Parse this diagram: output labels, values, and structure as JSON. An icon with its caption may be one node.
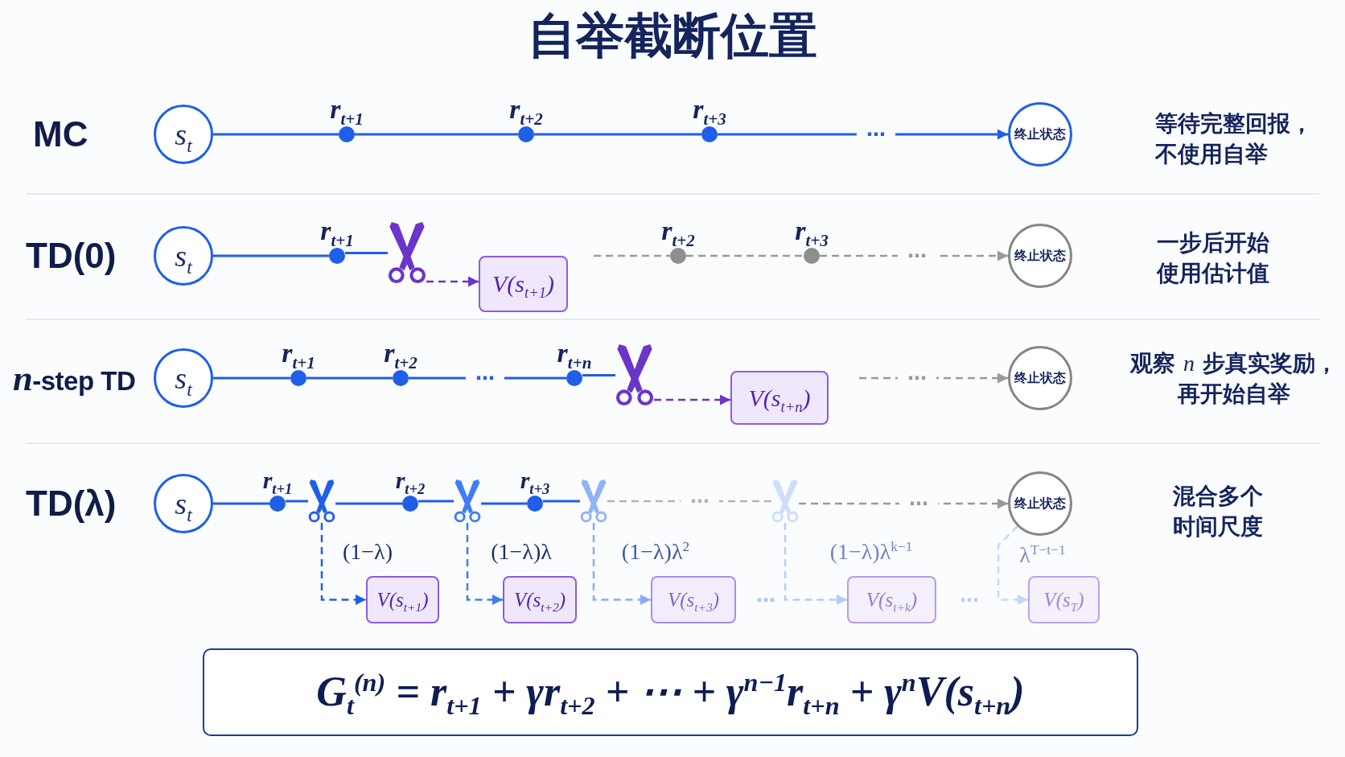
{
  "diagram": {
    "title": "自举截断位置",
    "nodes": [
      {
        "text": [
          "s$_{t}$"
        ]
      },
      {
        "text": [],
        "shape": "circle",
        "beside": [
          "r$_{t+1}$"
        ]
      },
      {
        "text": [],
        "shape": "circle",
        "beside": [
          "r$_{t+2}$"
        ]
      },
      {
        "text": [],
        "shape": "circle",
        "beside": [
          "r$_{t+3}$"
        ]
      },
      {
        "text": [
          "终止状态"
        ]
      },
      {
        "text": [
          "s$_{t}$"
        ]
      },
      {
        "text": [],
        "shape": "circle",
        "beside": [
          "r$_{t+1}$"
        ]
      },
      {
        "text": [],
        "shape": "scissors"
      },
      {
        "text": [
          "V(s$_{t+1}$)"
        ]
      },
      {
        "text": [],
        "shape": "circle",
        "beside": [
          "r$_{t+2}$"
        ]
      },
      {
        "text": [],
        "shape": "circle",
        "beside": [
          "r$_{t+3}$"
        ]
      },
      {
        "text": [
          "终止状态"
        ]
      },
      {
        "text": [
          "s$_{t}$"
        ]
      },
      {
        "text": [],
        "shape": "circle",
        "beside": [
          "r$_{t+1}$"
        ]
      },
      {
        "text": [],
        "shape": "circle",
        "beside": [
          "r$_{t+2}$"
        ]
      },
      {
        "text": [],
        "shape": "circle",
        "beside": [
          "r$_{t+n}$"
        ]
      },
      {
        "text": [],
        "shape": "scissors"
      },
      {
        "text": [
          "V(s$_{t+n}$)"
        ]
      },
      {
        "text": [
          "终止状态"
        ]
      },
      {
        "text": [
          "s$_{t}$"
        ]
      },
      {
        "text": [],
        "shape": "circle",
        "beside": [
          "r$_{t+1}$"
        ]
      },
      {
        "text": [],
        "shape": "scissors"
      },
      {
        "text": [],
        "shape": "circle",
        "beside": [
          "r$_{t+2}$"
        ]
      },
      {
        "text": [],
        "shape": "scissors"
      },
      {
        "text": [],
        "shape": "circle",
        "beside": [
          "r$_{t+3}$"
        ]
      },
      {
        "text": [],
        "shape": "scissors"
      },
      {
        "text": [],
        "shape": "scissors"
      },
      {
        "text": [
          "终止状态"
        ]
      },
      {
        "text": [
          "V(s$_{t+1}$)"
        ]
      },
      {
        "text": [
          "V(s$_{t+2}$)"
        ]
      },
      {
        "text": [
          "V(s$_{t+3}$)"
        ]
      },
      {
        "text": [
          "V(s$_{t+k}$)"
        ]
      },
      {
        "text": [
          "V(s$_{T}$)"
        ]
      },
      {
        "text": [
          "G$_{t}$$^{(n)}$ = r$_{t+1}$ + γr$_{t+2}$ + ⋯ + γ$^{n−1}$r$_{t+n}$ + γ$^{n}$V(s$_{t+n}$)"
        ]
      }
    ],
    "edges": [
      {
        "from": 0,
        "to": 1,
        "arrow": "none"
      },
      {
        "from": 1,
        "to": 2,
        "arrow": "none"
      },
      {
        "from": 2,
        "to": 3,
        "arrow": "none"
      },
      {
        "from": 3,
        "to": 4,
        "arrow": "to",
        "label": "⋯"
      },
      {
        "from": 5,
        "to": 6,
        "arrow": "none"
      },
      {
        "from": 6,
        "to": 7,
        "arrow": "none"
      },
      {
        "from": 7,
        "to": 8,
        "arrow": "to",
        "style": "dashed",
        "color": "#6b35c9"
      },
      {
        "from": null,
        "to": 9,
        "arrow": "none",
        "style": "dashed",
        "color": "#9a9a9a"
      },
      {
        "from": 9,
        "to": 10,
        "arrow": "none",
        "style": "dashed",
        "color": "#9a9a9a"
      },
      {
        "from": 10,
        "to": 11,
        "arrow": "to",
        "label": "⋯",
        "style": "dashed",
        "color": "#9a9a9a"
      },
      {
        "from": 12,
        "to": 13,
        "arrow": "none"
      },
      {
        "from": 13,
        "to": 14,
        "arrow": "none"
      },
      {
        "from": 14,
        "to": 15,
        "arrow": "none",
        "label": "⋯"
      },
      {
        "from": 15,
        "to": 16,
        "arrow": "none"
      },
      {
        "from": 16,
        "to": 17,
        "arrow": "to",
        "style": "dashed",
        "color": "#6b35c9"
      },
      {
        "from": null,
        "to": 18,
        "arrow": "to",
        "label": "⋯",
        "style": "dashed",
        "color": "#9a9a9a"
      },
      {
        "from": 19,
        "to": 20,
        "arrow": "none"
      },
      {
        "from": 20,
        "to": 21,
        "arrow": "none"
      },
      {
        "from": 21,
        "to": 22,
        "arrow": "none"
      },
      {
        "from": 22,
        "to": 23,
        "arrow": "none"
      },
      {
        "from": 23,
        "to": 24,
        "arrow": "none"
      },
      {
        "from": 24,
        "to": 25,
        "arrow": "none"
      },
      {
        "from": 25,
        "to": 26,
        "arrow": "none",
        "label": "⋯",
        "style": "dashed",
        "color": "#b4b4b4"
      },
      {
        "from": 26,
        "to": 27,
        "arrow": "to",
        "label": "⋯",
        "style": "dashed",
        "color": "#9a9a9a"
      },
      {
        "from": 21,
        "to": 28,
        "arrow": "to",
        "label": "(1−λ)",
        "style": "dashed"
      },
      {
        "from": 23,
        "to": 29,
        "arrow": "to",
        "label": "(1−λ)λ",
        "style": "dashed",
        "color": "#3f7df0"
      },
      {
        "from": 25,
        "to": 30,
        "arrow": "to",
        "label": "(1−λ)λ$^{2}$",
        "style": "dashed",
        "color": "#86acf3"
      },
      {
        "from": 26,
        "to": 31,
        "arrow": "to",
        "label": "(1−λ)λ$^{k−1}$",
        "style": "dashed",
        "color": "#b3cdf8"
      },
      {
        "from": 27,
        "to": 32,
        "arrow": "to",
        "label": "λ$^{T−t−1}$",
        "style": "dashed",
        "color": "#c3d7f9"
      }
    ],
    "labels": [
      "MC",
      "等待完整回报，不使用自举",
      "TD(0)",
      "一步后开始使用估计值",
      "*n*-step TD",
      "观察 *n* 步真实奖励，再开始自举",
      "TD(λ)",
      "混合多个时间尺度",
      "⋯",
      "⋯"
    ]
  }
}
